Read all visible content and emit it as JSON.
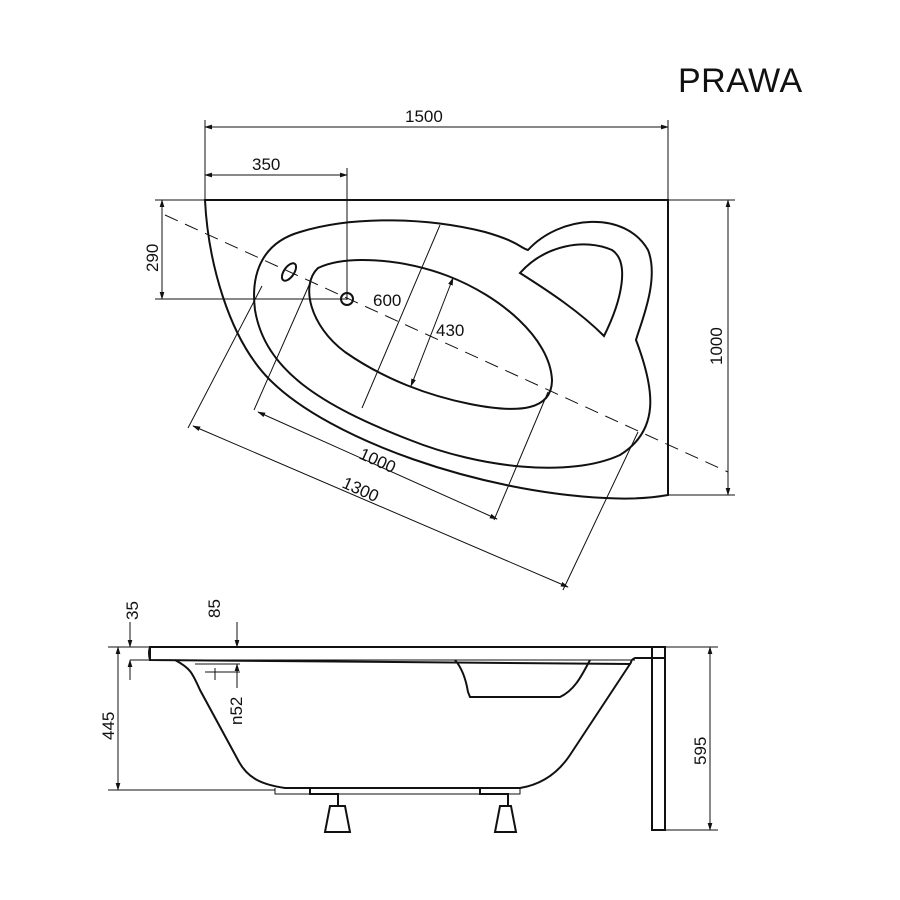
{
  "title": "PRAWA",
  "top_view": {
    "dim_width": "1500",
    "dim_drain_offset": "350",
    "dim_drain_depth": "290",
    "dim_height": "1000",
    "dim_drain_diameter": "600",
    "dim_basin_width": "430",
    "dim_basin_length": "1000",
    "dim_inner_length": "1300"
  },
  "side_view": {
    "dim_rim": "35",
    "dim_overflow": "85",
    "dim_overflow_hole": "n52",
    "dim_depth": "445",
    "dim_total_height": "595"
  }
}
